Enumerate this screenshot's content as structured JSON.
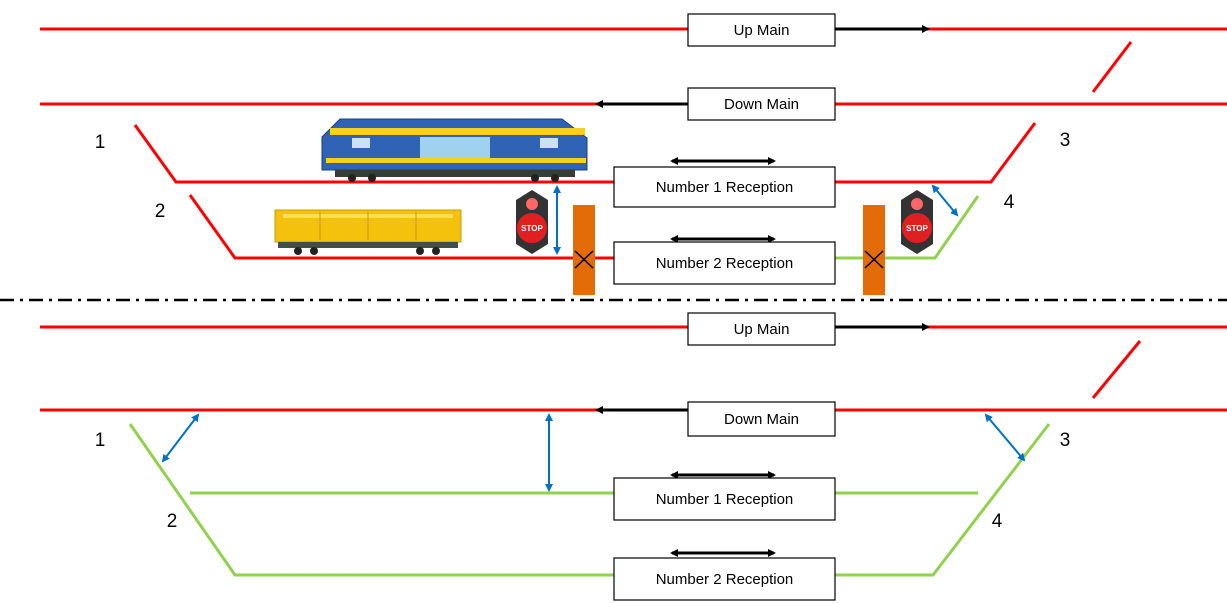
{
  "colors": {
    "occupied_track": "#ff0000",
    "clear_track": "#92d050",
    "arrow_black": "#000000",
    "clearance_arrow": "#0070c0",
    "stop_board": "#e36c09",
    "separator": "#000000"
  },
  "top_panel": {
    "up_main": "Up Main",
    "down_main": "Down Main",
    "reception_1": "Number 1 Reception",
    "reception_2": "Number 2 Reception",
    "point_labels": [
      "1",
      "2",
      "3",
      "4"
    ],
    "stop_sign_text": "STOP",
    "icons": [
      "locomotive-icon",
      "wagon-icon",
      "stop-sign-icon",
      "stop-board-icon"
    ]
  },
  "bottom_panel": {
    "up_main": "Up Main",
    "down_main": "Down Main",
    "reception_1": "Number 1 Reception",
    "reception_2": "Number 2 Reception",
    "point_labels": [
      "1",
      "2",
      "3",
      "4"
    ]
  }
}
